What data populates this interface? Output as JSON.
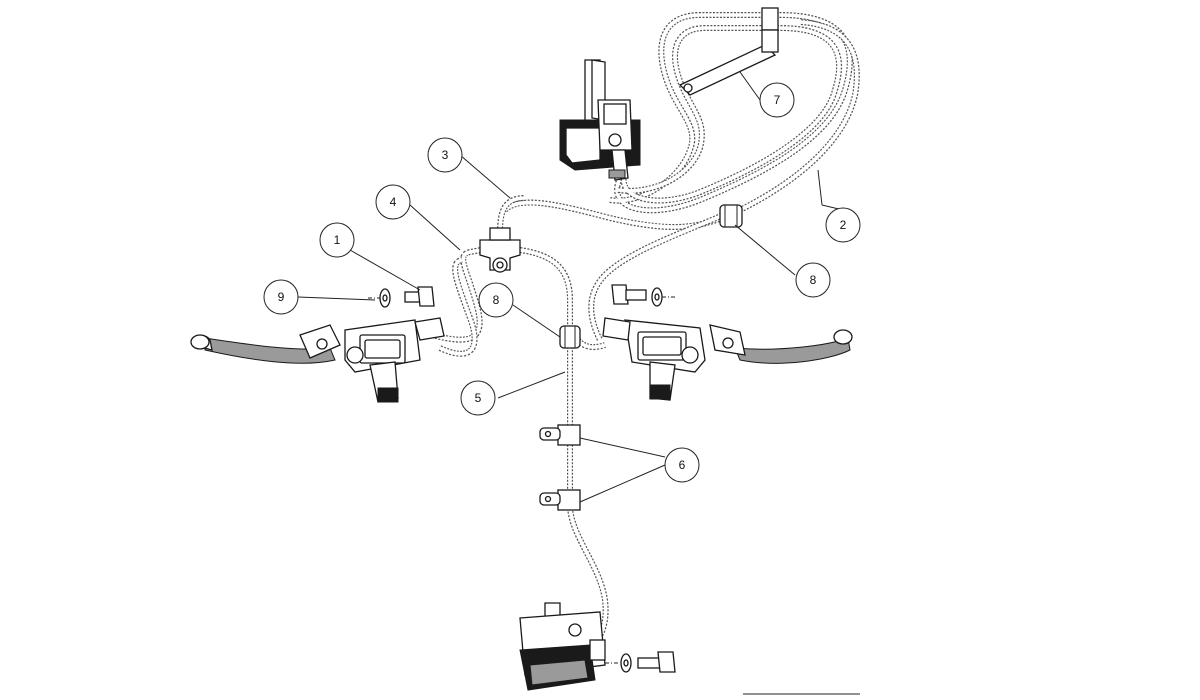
{
  "callouts": [
    {
      "id": "c1",
      "label": "1",
      "part": "screw"
    },
    {
      "id": "c2",
      "label": "2",
      "part": "rear-brake-hose"
    },
    {
      "id": "c3",
      "label": "3",
      "part": "three-way-union"
    },
    {
      "id": "c4",
      "label": "4",
      "part": "left-brake-hose"
    },
    {
      "id": "c5",
      "label": "5",
      "part": "front-brake-hose"
    },
    {
      "id": "c6",
      "label": "6",
      "part": "hose-clamp"
    },
    {
      "id": "c7",
      "label": "7",
      "part": "hose-bracket"
    },
    {
      "id": "c8a",
      "label": "8",
      "part": "hose-grommet"
    },
    {
      "id": "c8b",
      "label": "8",
      "part": "hose-grommet"
    },
    {
      "id": "c9",
      "label": "9",
      "part": "washer"
    }
  ],
  "icons": {
    "left-master-cylinder": "left-brake-lever-master-cylinder",
    "right-master-cylinder": "right-brake-lever-master-cylinder",
    "rear-caliper": "rear-brake-caliper",
    "front-caliper": "front-brake-caliper"
  },
  "colors": {
    "line": "#1a1a1a",
    "hose": "#555555",
    "background": "#ffffff"
  }
}
